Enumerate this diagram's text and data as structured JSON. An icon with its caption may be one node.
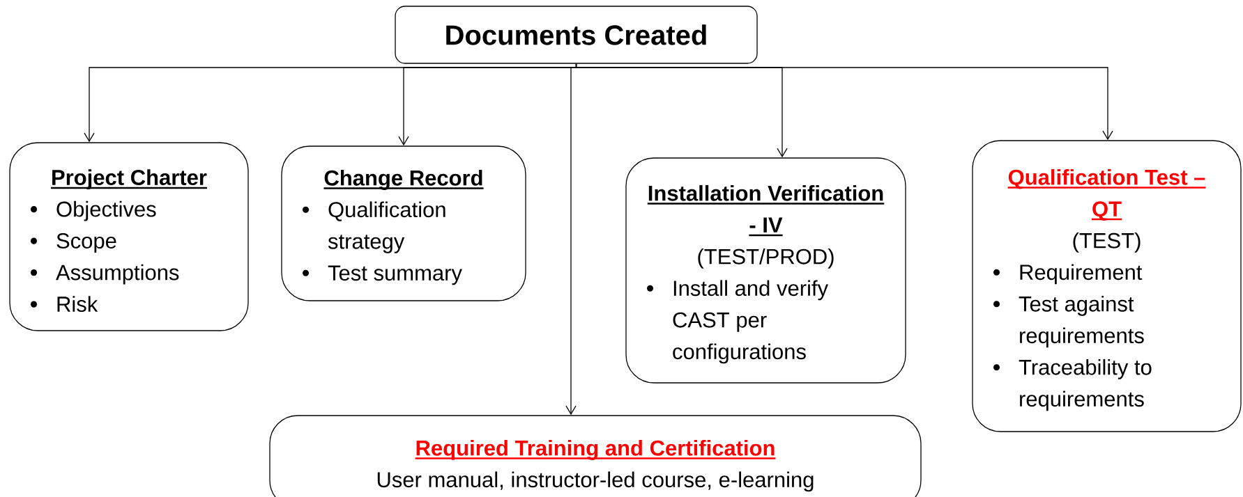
{
  "diagram": {
    "nodes": [
      {
        "text": [
          "Documents Created"
        ]
      },
      {
        "text": [
          "Project Charter",
          "Objectives",
          "Scope",
          "Assumptions",
          "Risk"
        ]
      },
      {
        "text": [
          "Change Record",
          "Qualification strategy",
          "Test summary"
        ]
      },
      {
        "text": [
          "Installation Verification - IV",
          "(TEST/PROD)",
          "Install and verify CAST per configurations"
        ]
      },
      {
        "text": [
          "Qualification Test – QT",
          "(TEST)",
          "Requirement",
          "Test against requirements",
          "Traceability to requirements"
        ]
      },
      {
        "text": [
          "Required Training and Certification",
          "User manual, instructor-led course, e-learning"
        ]
      }
    ],
    "edges": [
      {
        "from": 0,
        "to": 1,
        "arrow": "to"
      },
      {
        "from": 0,
        "to": 2,
        "arrow": "to"
      },
      {
        "from": 0,
        "to": 5,
        "arrow": "to"
      },
      {
        "from": 0,
        "to": 3,
        "arrow": "to"
      },
      {
        "from": 0,
        "to": 4,
        "arrow": "to"
      }
    ]
  }
}
